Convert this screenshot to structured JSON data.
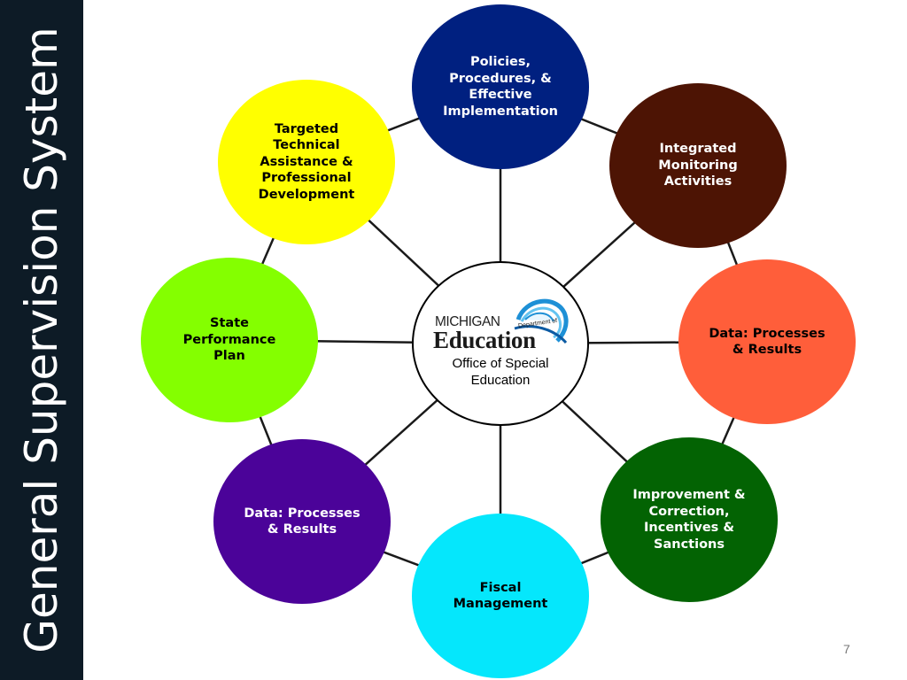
{
  "sidebar": {
    "title": "General Supervision System"
  },
  "hub": {
    "logo_text_michigan": "MICHIGAN",
    "logo_text_department": "Department of",
    "logo_text_education": "Education",
    "label": "Office of Special\nEducation"
  },
  "nodes": [
    {
      "label": "Policies,\nProcedures, &\nEffective\nImplementation",
      "color": "#002080",
      "text_color": "#ffffff"
    },
    {
      "label": "Integrated\nMonitoring\nActivities",
      "color": "#4d1404",
      "text_color": "#ffffff"
    },
    {
      "label": "Data: Processes\n& Results",
      "color": "#ff5e3a",
      "text_color": "#000000"
    },
    {
      "label": "Improvement &\nCorrection,\nIncentives &\nSanctions",
      "color": "#036303",
      "text_color": "#ffffff"
    },
    {
      "label": "Fiscal\nManagement",
      "color": "#05e7fc",
      "text_color": "#000000"
    },
    {
      "label": "Data: Processes\n& Results",
      "color": "#4b0399",
      "text_color": "#ffffff"
    },
    {
      "label": "State\nPerformance\nPlan",
      "color": "#84ff00",
      "text_color": "#000000"
    },
    {
      "label": "Targeted\nTechnical\nAssistance &\nProfessional\nDevelopment",
      "color": "#ffff00",
      "text_color": "#000000"
    }
  ],
  "page_number": "7"
}
